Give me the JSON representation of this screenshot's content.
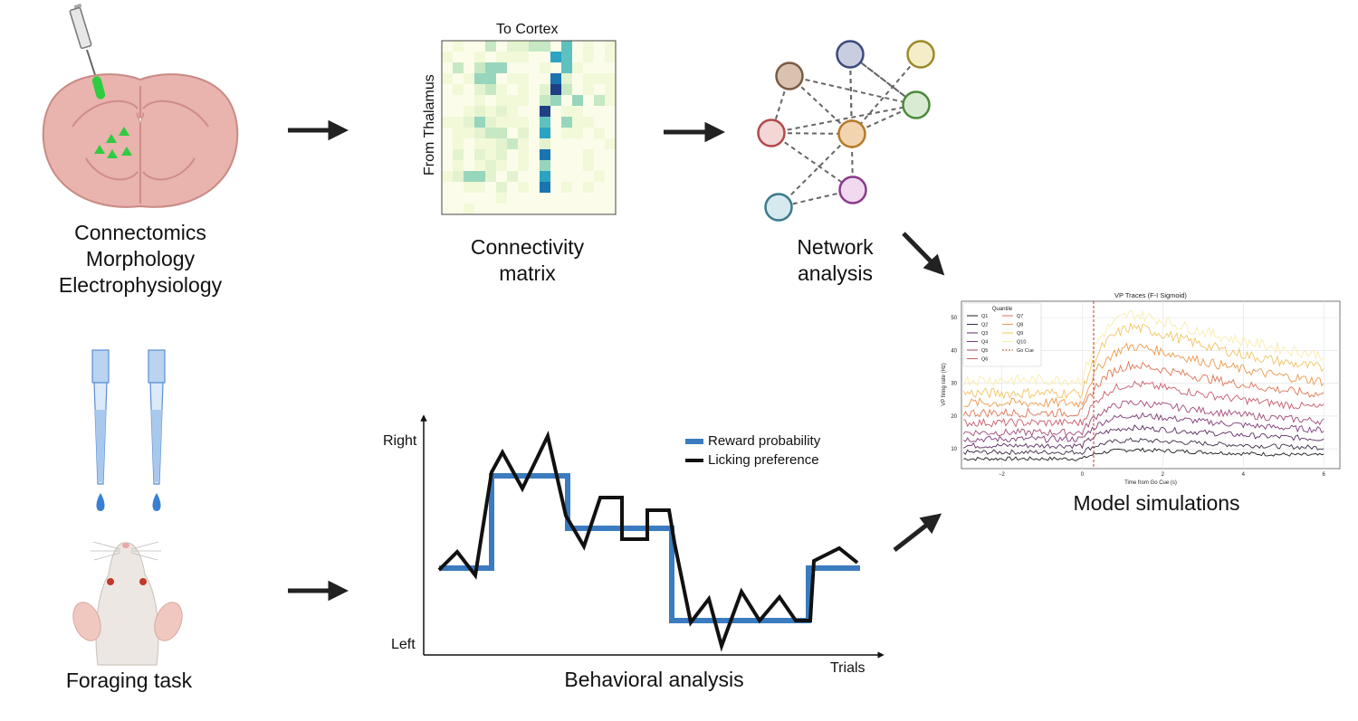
{
  "labels": {
    "experiments": [
      "Connectomics",
      "Morphology",
      "Electrophysiology"
    ],
    "connectivity": [
      "Connectivity",
      "matrix"
    ],
    "network": [
      "Network",
      "analysis"
    ],
    "simulations": "Model simulations",
    "foraging": "Foraging task",
    "behavioral": "Behavioral analysis"
  },
  "heatmap": {
    "title": "To Cortex",
    "ylabel": "From Thalamus"
  },
  "behavior_plot": {
    "y_top": "Right",
    "y_bottom": "Left",
    "x_label": "Trials",
    "legend": [
      "Reward probability",
      "Licking preference"
    ],
    "colors": {
      "reward": "#3b7bbf",
      "licking": "#111111"
    }
  },
  "sim_plot": {
    "title": "VP Traces (F-I Sigmoid)",
    "ylabel": "VP firing rate (Hz)",
    "xlabel": "Time from Go Cue (s)",
    "legend_title": "Quantile",
    "legend_left": [
      "Q1",
      "Q2",
      "Q3",
      "Q4",
      "Q5",
      "Q6"
    ],
    "legend_right": [
      "Q7",
      "Q8",
      "Q9",
      "Q10",
      "Go Cue"
    ],
    "yticks": [
      "10",
      "20",
      "30",
      "40",
      "50"
    ],
    "xticks": [
      "−2",
      "0",
      "2",
      "4",
      "6"
    ]
  },
  "network_colors": [
    "#d9c3b0",
    "#c8cde0",
    "#f5edc8",
    "#f4d6d6",
    "#f2d4b0",
    "#d9ecd3",
    "#f1d9f0",
    "#d5e9ef"
  ]
}
